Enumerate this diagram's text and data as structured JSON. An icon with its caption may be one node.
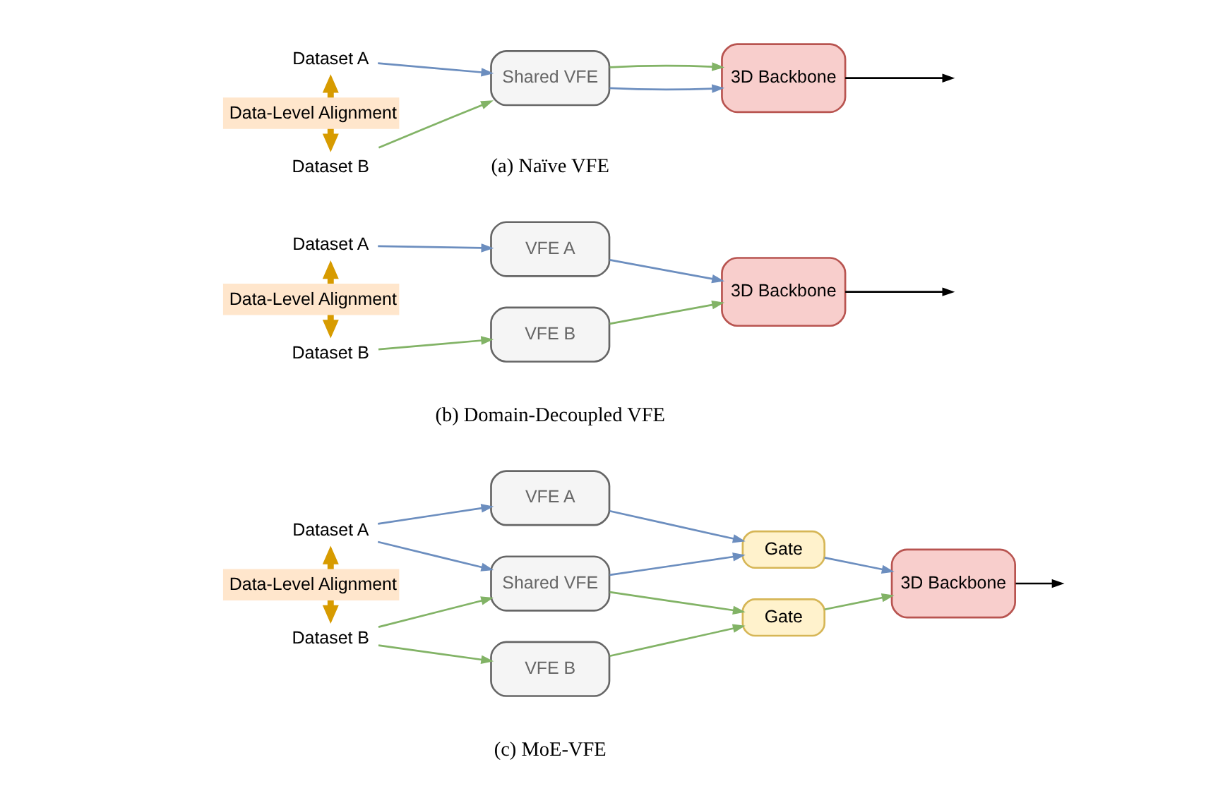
{
  "diagram": {
    "nodes": [
      {
        "text": [
          "Dataset A"
        ]
      },
      {
        "text": [
          "Dataset B"
        ]
      },
      {
        "text": [
          "Shared VFE"
        ]
      },
      {
        "text": [
          "3D Backbone"
        ]
      },
      {
        "text": [
          "Dataset A"
        ]
      },
      {
        "text": [
          "Dataset B"
        ]
      },
      {
        "text": [
          "VFE A"
        ]
      },
      {
        "text": [
          "VFE B"
        ]
      },
      {
        "text": [
          "3D Backbone"
        ]
      },
      {
        "text": [
          "Dataset A"
        ]
      },
      {
        "text": [
          "Dataset B"
        ]
      },
      {
        "text": [
          "VFE A"
        ]
      },
      {
        "text": [
          "Shared VFE"
        ]
      },
      {
        "text": [
          "VFE B"
        ]
      },
      {
        "text": [
          "Gate"
        ]
      },
      {
        "text": [
          "Gate"
        ]
      },
      {
        "text": [
          "3D Backbone"
        ]
      }
    ],
    "edges": [
      {
        "from": 1,
        "to": 0,
        "arrow": "both",
        "label": "Data-Level Alignment",
        "style": "thick",
        "color": "#d79b00"
      },
      {
        "from": 0,
        "to": 2,
        "arrow": "to",
        "color": "#6c8ebf"
      },
      {
        "from": 1,
        "to": 2,
        "arrow": "to",
        "color": "#82b366"
      },
      {
        "from": 2,
        "to": 3,
        "arrow": "to",
        "color": "#6c8ebf"
      },
      {
        "from": 2,
        "to": 3,
        "arrow": "to",
        "color": "#82b366"
      },
      {
        "from": 3,
        "to": null,
        "arrow": "to",
        "color": "#000000"
      },
      {
        "from": 5,
        "to": 4,
        "arrow": "both",
        "label": "Data-Level Alignment",
        "style": "thick",
        "color": "#d79b00"
      },
      {
        "from": 4,
        "to": 6,
        "arrow": "to",
        "color": "#6c8ebf"
      },
      {
        "from": 6,
        "to": 8,
        "arrow": "to",
        "color": "#6c8ebf"
      },
      {
        "from": 5,
        "to": 7,
        "arrow": "to",
        "color": "#82b366"
      },
      {
        "from": 7,
        "to": 8,
        "arrow": "to",
        "color": "#82b366"
      },
      {
        "from": 8,
        "to": null,
        "arrow": "to",
        "color": "#000000"
      },
      {
        "from": 10,
        "to": 9,
        "arrow": "both",
        "label": "Data-Level Alignment",
        "style": "thick",
        "color": "#d79b00"
      },
      {
        "from": 9,
        "to": 11,
        "arrow": "to",
        "color": "#6c8ebf"
      },
      {
        "from": 9,
        "to": 12,
        "arrow": "to",
        "color": "#6c8ebf"
      },
      {
        "from": 10,
        "to": 12,
        "arrow": "to",
        "color": "#82b366"
      },
      {
        "from": 10,
        "to": 13,
        "arrow": "to",
        "color": "#82b366"
      },
      {
        "from": 11,
        "to": 14,
        "arrow": "to",
        "color": "#6c8ebf"
      },
      {
        "from": 12,
        "to": 14,
        "arrow": "to",
        "color": "#6c8ebf"
      },
      {
        "from": 12,
        "to": 15,
        "arrow": "to",
        "color": "#82b366"
      },
      {
        "from": 13,
        "to": 15,
        "arrow": "to",
        "color": "#82b366"
      },
      {
        "from": 14,
        "to": 16,
        "arrow": "to",
        "color": "#6c8ebf"
      },
      {
        "from": 15,
        "to": 16,
        "arrow": "to",
        "color": "#82b366"
      },
      {
        "from": 16,
        "to": null,
        "arrow": "to",
        "color": "#000000"
      }
    ],
    "labels": [
      "(a) Naïve VFE",
      "(b) Domain-Decoupled VFE",
      "(c) MoE-VFE"
    ]
  }
}
